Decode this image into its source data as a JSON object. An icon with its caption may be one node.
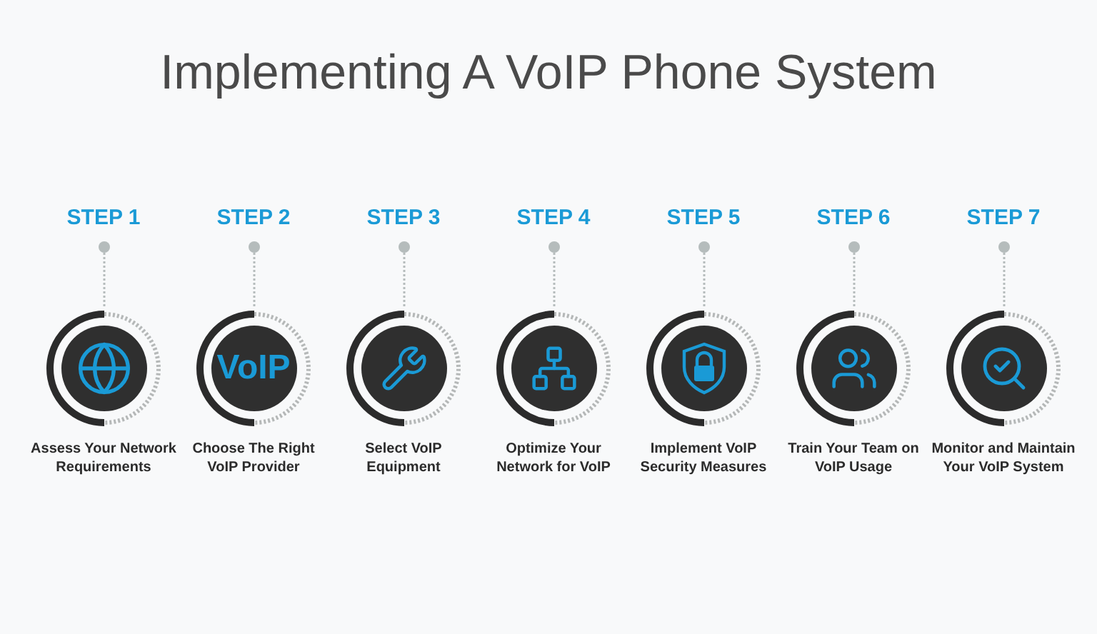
{
  "diagram": {
    "title": "Implementing A VoIP Phone System",
    "nodes": [
      {
        "text": [],
        "shape": "circle",
        "beside": [
          "Assess Your Network Requirements"
        ]
      },
      {
        "text": [
          "VoIP"
        ],
        "beside": [
          "Choose The Right VoIP Provider"
        ]
      },
      {
        "text": [],
        "shape": "circle",
        "beside": [
          "Select VoIP Equipment"
        ]
      },
      {
        "text": [],
        "shape": "circle",
        "beside": [
          "Optimize Your Network for VoIP"
        ]
      },
      {
        "text": [],
        "shape": "circle",
        "beside": [
          "Implement VoIP Security Measures"
        ]
      },
      {
        "text": [],
        "shape": "circle",
        "beside": [
          "Train Your Team on VoIP Usage"
        ]
      },
      {
        "text": [],
        "shape": "circle",
        "beside": [
          "Monitor and Maintain Your VoIP System"
        ]
      }
    ],
    "labels": [
      "STEP 1",
      "STEP 2",
      "STEP 3",
      "STEP 4",
      "STEP 5",
      "STEP 6",
      "STEP 7"
    ]
  }
}
